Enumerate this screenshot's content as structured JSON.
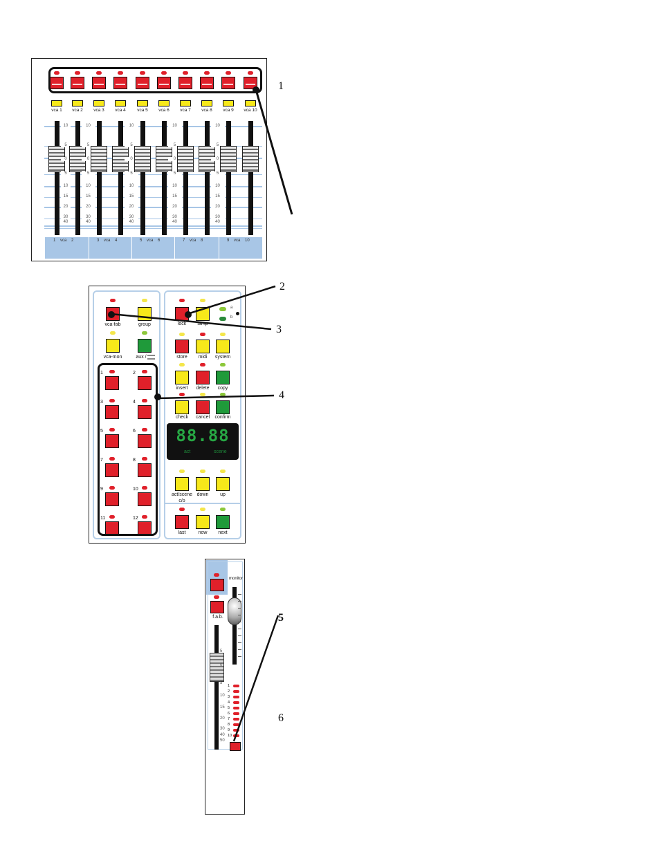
{
  "callouts": {
    "c1": "1",
    "c2": "2",
    "c3": "3",
    "c4": "4",
    "c5": "5",
    "c6": "6"
  },
  "vca_labels": [
    "vca 1",
    "vca 2",
    "vca 3",
    "vca 4",
    "vca 5",
    "vca 6",
    "vca 7",
    "vca 8",
    "vca 9",
    "vca 10"
  ],
  "fader_scale": [
    "10",
    "5",
    "0",
    "5",
    "10",
    "15",
    "20",
    "30",
    "40"
  ],
  "vca_strip_labels": [
    {
      "a": "1",
      "b": "vca",
      "c": "2"
    },
    {
      "a": "3",
      "b": "vca",
      "c": "4"
    },
    {
      "a": "5",
      "b": "vca",
      "c": "6"
    },
    {
      "a": "7",
      "b": "vca",
      "c": "8"
    },
    {
      "a": "9",
      "b": "vca",
      "c": "10"
    }
  ],
  "control": {
    "vca_fab": "vca-fab",
    "group": "group",
    "vca_mon": "vca-mon",
    "aux": "aux /",
    "lock": "lock",
    "lamp": "lamp",
    "a": "a",
    "b": "b",
    "store": "store",
    "midi": "midi",
    "system": "system",
    "insert": "insert",
    "delete": "delete",
    "copy": "copy",
    "check": "check",
    "cancel": "cancel",
    "confirm": "confirm",
    "display_digits": "88.88",
    "act": "act",
    "scene": "scene",
    "act_scene": "act/scene",
    "co": "c/o",
    "down": "down",
    "up": "up",
    "last": "last",
    "now": "now",
    "next": "next",
    "numbers": [
      "1",
      "2",
      "3",
      "4",
      "5",
      "6",
      "7",
      "8",
      "9",
      "10",
      "11",
      "12"
    ]
  },
  "channel": {
    "monitor": "monitor",
    "fab": "f.a.b.",
    "fader_scale": [
      "5",
      "0",
      "5",
      "10",
      "15",
      "20",
      "30",
      "40",
      "50"
    ],
    "meter_scale": [
      "1",
      "2",
      "3",
      "4",
      "5",
      "6",
      "7",
      "8",
      "9",
      "10"
    ]
  }
}
